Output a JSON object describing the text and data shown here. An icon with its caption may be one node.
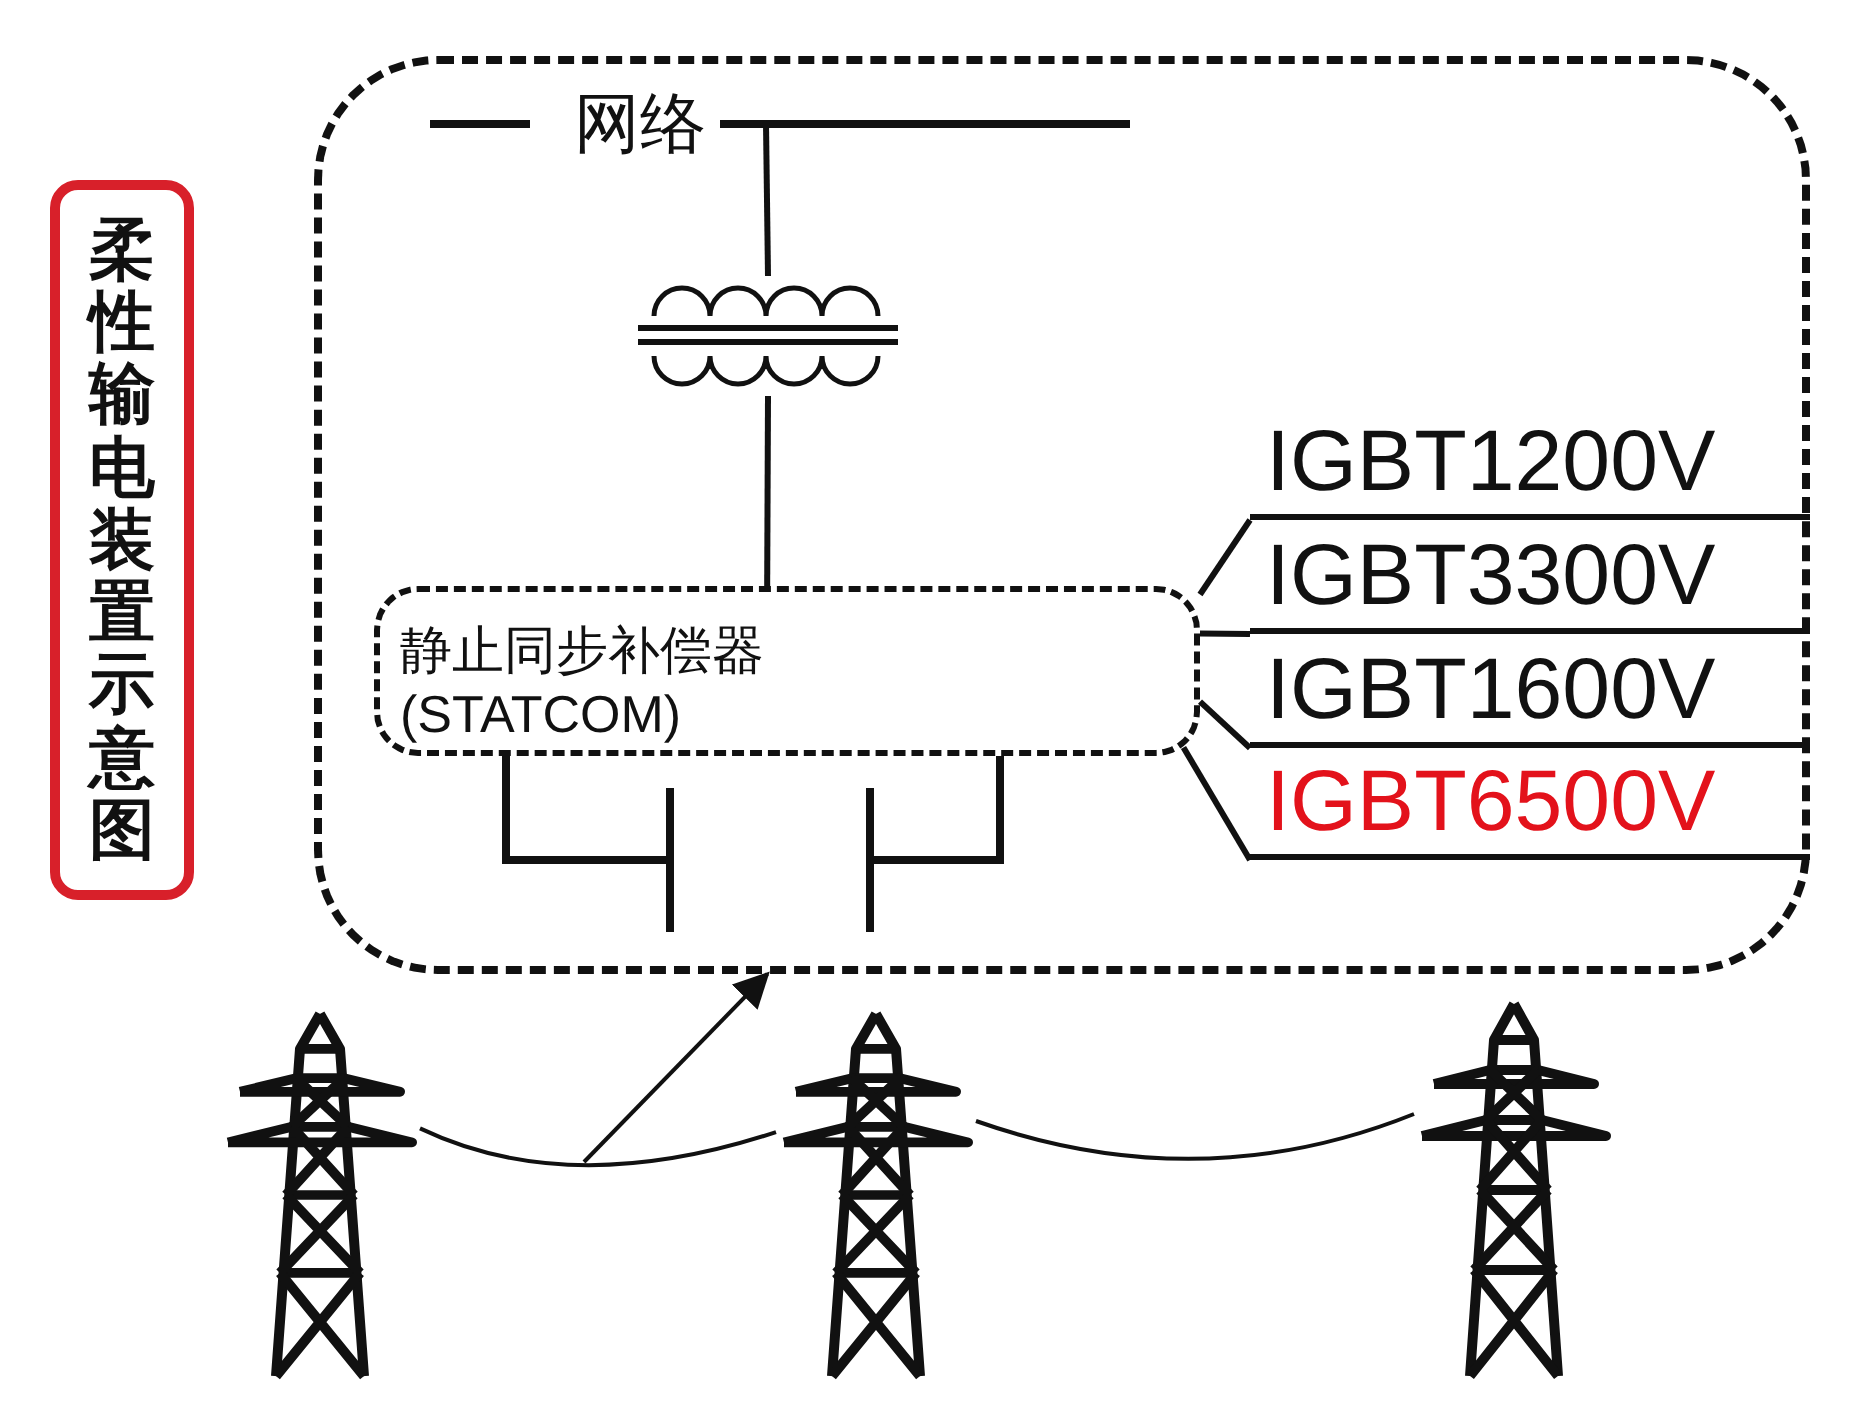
{
  "diagram": {
    "title": "柔性输电装置示意图",
    "nodes": [
      {
        "text": [],
        "shape": "box"
      },
      {
        "text": [
          "网络"
        ],
        "in": 0
      },
      {
        "text": [],
        "shape": "picture",
        "in": 0
      },
      {
        "text": [
          "静止同步补偿器 (STATCOM)"
        ],
        "in": 0
      },
      {
        "text": [
          "IGBT1200V"
        ],
        "in": 0
      },
      {
        "text": [
          "IGBT3300V"
        ],
        "in": 0
      },
      {
        "text": [
          "IGBT1600V"
        ],
        "in": 0
      },
      {
        "text": [
          "IGBT6500V"
        ],
        "in": 0
      },
      {
        "text": [],
        "shape": "picture"
      },
      {
        "text": [],
        "shape": "picture"
      },
      {
        "text": [],
        "shape": "picture"
      }
    ],
    "edges": [
      {
        "from": 1,
        "to": 2,
        "arrow": "none"
      },
      {
        "from": 2,
        "to": 3,
        "arrow": "none"
      },
      {
        "from": 3,
        "to": 4,
        "arrow": "none"
      },
      {
        "from": 3,
        "to": 5,
        "arrow": "none"
      },
      {
        "from": 3,
        "to": 6,
        "arrow": "none"
      },
      {
        "from": 3,
        "to": 7,
        "arrow": "none"
      },
      {
        "from": 8,
        "to": 9,
        "arrow": "none"
      },
      {
        "from": 9,
        "to": 10,
        "arrow": "none"
      },
      {
        "from": null,
        "to": 0,
        "arrow": "to"
      }
    ]
  }
}
